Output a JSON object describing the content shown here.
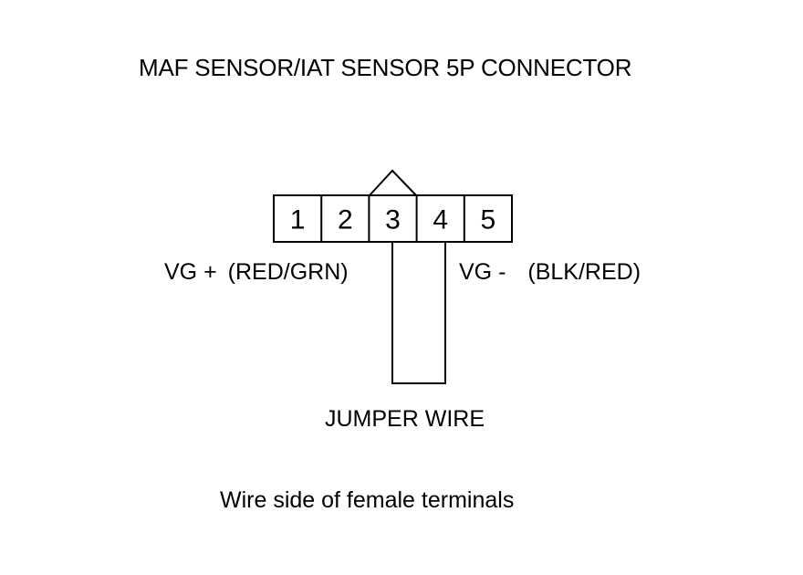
{
  "title": "MAF SENSOR/IAT SENSOR 5P CONNECTOR",
  "connector": {
    "pins": [
      "1",
      "2",
      "3",
      "4",
      "5"
    ]
  },
  "labels": {
    "vg_plus": "VG +",
    "vg_plus_wire": "(RED/GRN)",
    "vg_minus": "VG -",
    "vg_minus_wire": "(BLK/RED)",
    "jumper": "JUMPER WIRE",
    "footer": "Wire side of female terminals"
  },
  "colors": {
    "line": "#000000",
    "background": "#ffffff"
  }
}
